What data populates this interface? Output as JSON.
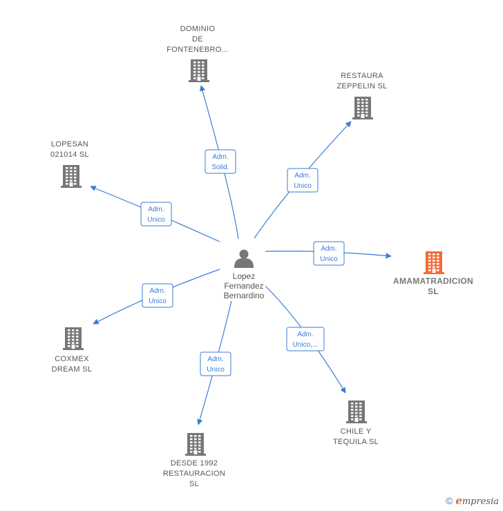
{
  "colors": {
    "edge": "#3a7bd5",
    "building": "#777777",
    "building_highlight": "#f26b3a",
    "person": "#777777"
  },
  "center": {
    "name_lines": [
      "Lopez",
      "Fernandez",
      "Bernardino"
    ],
    "icon": "person-icon"
  },
  "nodes": [
    {
      "id": "dominio",
      "label_lines": [
        "DOMINIO",
        "DE",
        "FONTENEBRO..."
      ],
      "highlight": false,
      "icon": "building-icon"
    },
    {
      "id": "restaura",
      "label_lines": [
        "RESTAURA",
        "ZEPPELIN  SL"
      ],
      "highlight": false,
      "icon": "building-icon"
    },
    {
      "id": "lopesan",
      "label_lines": [
        "LOPESAN",
        "021014  SL"
      ],
      "highlight": false,
      "icon": "building-icon"
    },
    {
      "id": "amama",
      "label_lines": [
        "AMAMATRADICION",
        "SL"
      ],
      "highlight": true,
      "icon": "building-icon"
    },
    {
      "id": "coxmex",
      "label_lines": [
        "COXMEX",
        "DREAM  SL"
      ],
      "highlight": false,
      "icon": "building-icon"
    },
    {
      "id": "chile",
      "label_lines": [
        "CHILE Y",
        "TEQUILA  SL"
      ],
      "highlight": false,
      "icon": "building-icon"
    },
    {
      "id": "desde",
      "label_lines": [
        "DESDE 1992",
        "RESTAURACION",
        "SL"
      ],
      "highlight": false,
      "icon": "building-icon"
    }
  ],
  "edges": [
    {
      "to": "dominio",
      "label_lines": [
        "Adm.",
        "Solid."
      ]
    },
    {
      "to": "restaura",
      "label_lines": [
        "Adm.",
        "Unico"
      ]
    },
    {
      "to": "lopesan",
      "label_lines": [
        "Adm.",
        "Unico"
      ]
    },
    {
      "to": "amama",
      "label_lines": [
        "Adm.",
        "Unico"
      ]
    },
    {
      "to": "coxmex",
      "label_lines": [
        "Adm.",
        "Unico"
      ]
    },
    {
      "to": "chile",
      "label_lines": [
        "Adm.",
        "Unico,..."
      ]
    },
    {
      "to": "desde",
      "label_lines": [
        "Adm.",
        "Unico"
      ]
    }
  ],
  "footer": {
    "copyright_symbol": "©",
    "brand_initial": "e",
    "brand_rest": "mpresia"
  }
}
